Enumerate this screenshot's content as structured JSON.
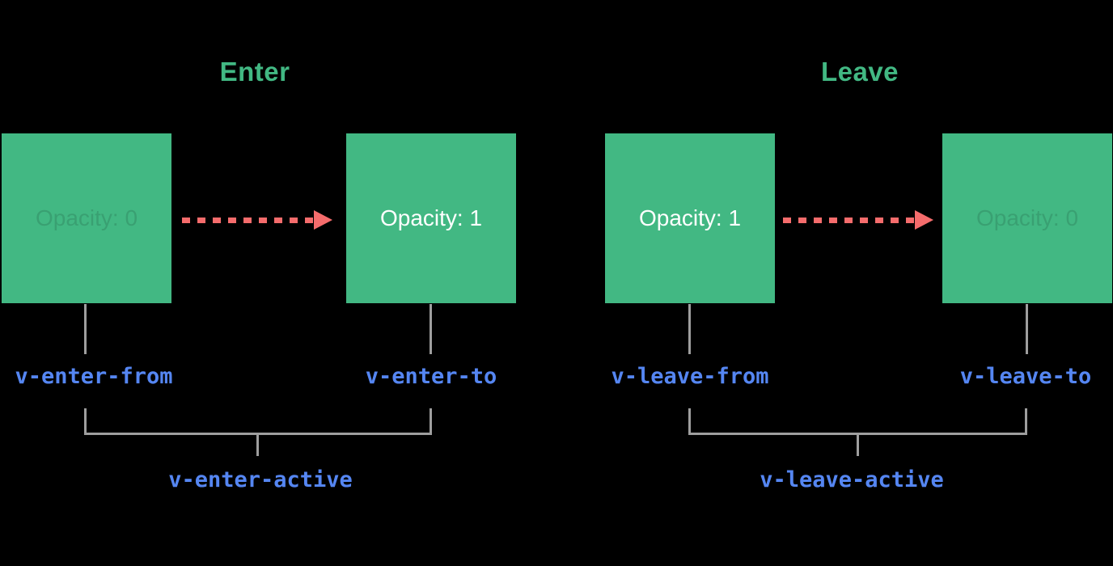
{
  "colors": {
    "background": "#000000",
    "green": "#42b883",
    "blue": "#5586f2",
    "red": "#f56c6c",
    "gray": "#9e9e9e",
    "white": "#ffffff",
    "faded_text": "rgba(0,0,0,0.13)"
  },
  "panels": [
    {
      "title": "Enter",
      "from_box": {
        "opacity_label": "Opacity: 0"
      },
      "to_box": {
        "opacity_label": "Opacity: 1"
      },
      "from_class": "v-enter-from",
      "to_class": "v-enter-to",
      "active_class": "v-enter-active"
    },
    {
      "title": "Leave",
      "from_box": {
        "opacity_label": "Opacity: 1"
      },
      "to_box": {
        "opacity_label": "Opacity: 0"
      },
      "from_class": "v-leave-from",
      "to_class": "v-leave-to",
      "active_class": "v-leave-active"
    }
  ]
}
